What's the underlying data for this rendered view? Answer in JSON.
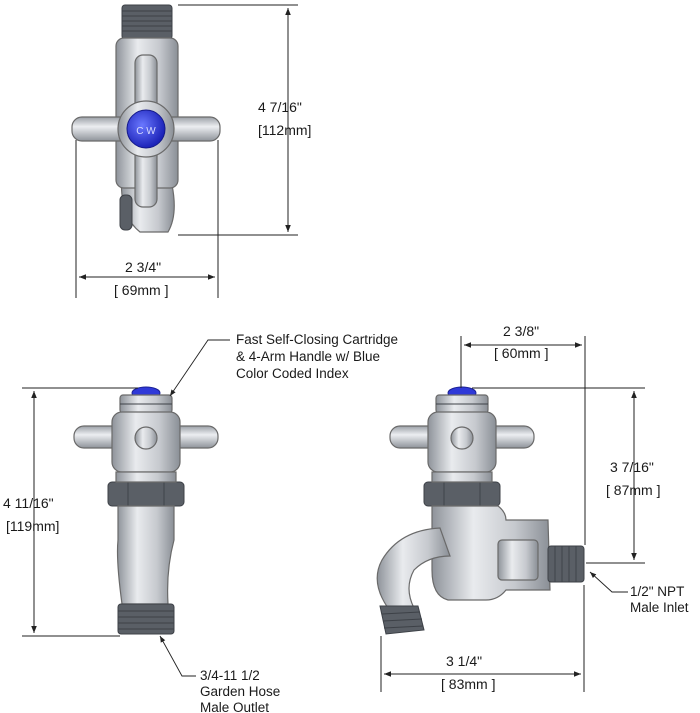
{
  "top_view": {
    "height_in": "4 7/16\"",
    "height_mm": "[112mm]",
    "width_in": "2 3/4\"",
    "width_mm": "[ 69mm ]",
    "index_label": "C W"
  },
  "front_view": {
    "height_in": "4 11/16\"",
    "height_mm": "[119mm]"
  },
  "side_view": {
    "top_width_in": "2 3/8\"",
    "top_width_mm": "[ 60mm ]",
    "height_in": "3 7/16\"",
    "height_mm": "[ 87mm ]",
    "length_in": "3 1/4\"",
    "length_mm": "[ 83mm ]"
  },
  "callouts": {
    "cartridge": [
      "Fast Self-Closing Cartridge",
      "& 4-Arm Handle w/ Blue",
      "Color Coded Index"
    ],
    "outlet": [
      "3/4-11 1/2",
      "Garden Hose",
      "Male Outlet"
    ],
    "inlet": [
      "1/2\" NPT",
      "Male Inlet"
    ]
  },
  "colors": {
    "index_blue": "#2f39d8",
    "metal": "#c6c9ce",
    "thread": "#5a5f66"
  }
}
